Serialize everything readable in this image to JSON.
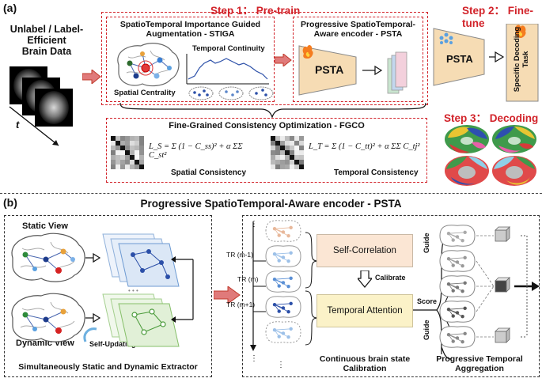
{
  "part_a": {
    "label": "(a)",
    "input_title_lines": [
      "Unlabel / Label-",
      "Efficient",
      "Brain Data"
    ],
    "time_symbol": "t",
    "step1": "Step 1： Pre-train",
    "step2": "Step 2： Fine-tune",
    "step3": "Step 3：  Decoding",
    "stiga_title_lines": [
      "SpatioTemporal Importance Guided",
      "Augmentation - STIGA"
    ],
    "temporal_continuity": "Temporal Continuity",
    "spatial_centrality": "Spatial Centrality",
    "psta_title_lines": [
      "Progressive SpatioTemporal-",
      "Aware encoder  - PSTA"
    ],
    "psta_label": "PSTA",
    "decoding_task": "Specific Decoding Task",
    "fgco_title": "Fine-Grained Consistency Optimization - FGCO",
    "spatial_consistency": "Spatial Consistency",
    "temporal_consistency": "Temporal Consistency",
    "formula_s": "L_S = Σ (1 − C_ss)² + α ΣΣ C_st²",
    "formula_t": "L_T = Σ (1 − C_tt)² + α ΣΣ C_tj²"
  },
  "part_b": {
    "label": "(b)",
    "title": "Progressive SpatioTemporal-Aware encoder  - PSTA",
    "static_view": "Static View",
    "dynamic_view": "Dynamic View",
    "self_updating": "Self-Updating",
    "extractor": "Simultaneously Static and Dynamic Extractor",
    "tr_labels": [
      "TR (m-1)",
      "TR (m)",
      "TR (m+1)"
    ],
    "self_correlation": "Self-Correlation",
    "calibrate": "Calibrate",
    "temporal_attention": "Temporal Attention",
    "score": "Score",
    "guide": "Guide",
    "calibration_lines": [
      "Continuous brain state",
      "Calibration"
    ],
    "aggregation_lines": [
      "Progressive Temporal",
      "Aggregation"
    ]
  }
}
